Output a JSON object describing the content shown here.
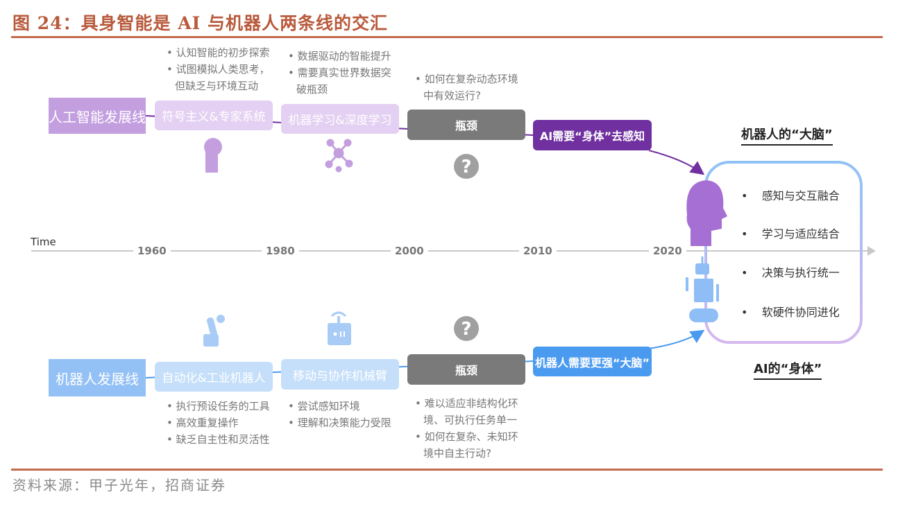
{
  "title": "图 24：具身智能是 AI 与机器人两条线的交汇",
  "source": "资料来源：甲子光年，招商证券",
  "timeline": {
    "label": "Time",
    "years": [
      "1960",
      "1980",
      "2000",
      "2010",
      "2020"
    ]
  },
  "ai_line": {
    "lane": "人工智能发展线",
    "stages": [
      "符号主义&专家系统",
      "机器学习&深度学习",
      "瓶颈",
      "AI需要“身体”去感知"
    ],
    "notes": [
      [
        "认知智能的初步探索",
        "试图模拟人类思考，但缺乏与环境互动"
      ],
      [
        "数据驱动的智能提升",
        "需要真实世界数据突破瓶颈"
      ],
      [
        "如何在复杂动态环境中有效运行?"
      ]
    ]
  },
  "robot_line": {
    "lane": "机器人发展线",
    "stages": [
      "自动化&工业机器人",
      "移动与协作机械臂",
      "瓶颈",
      "机器人需要更强“大脑”"
    ],
    "notes": [
      [
        "执行预设任务的工具",
        "高效重复操作",
        "缺乏自主性和灵活性"
      ],
      [
        "尝试感知环境",
        "理解和决策能力受限"
      ],
      [
        "难以适应非结构化环境、可执行任务单一",
        "如何在复杂、未知环境中自主行动?"
      ]
    ]
  },
  "convergence": {
    "top_label": "机器人的“大脑”",
    "bottom_label": "AI的“身体”",
    "items": [
      "感知与交互融合",
      "学习与适应结合",
      "决策与执行统一",
      "软硬件协同进化"
    ]
  },
  "colors": {
    "ai": "#7030a0",
    "ai_lane": "#c39fe0",
    "ai_stage": "#e4d0f2",
    "robot": "#4a9af0",
    "robot_lane": "#94c1f5",
    "robot_stage": "#c5dffa",
    "bottleneck": "#7a7a7a"
  }
}
